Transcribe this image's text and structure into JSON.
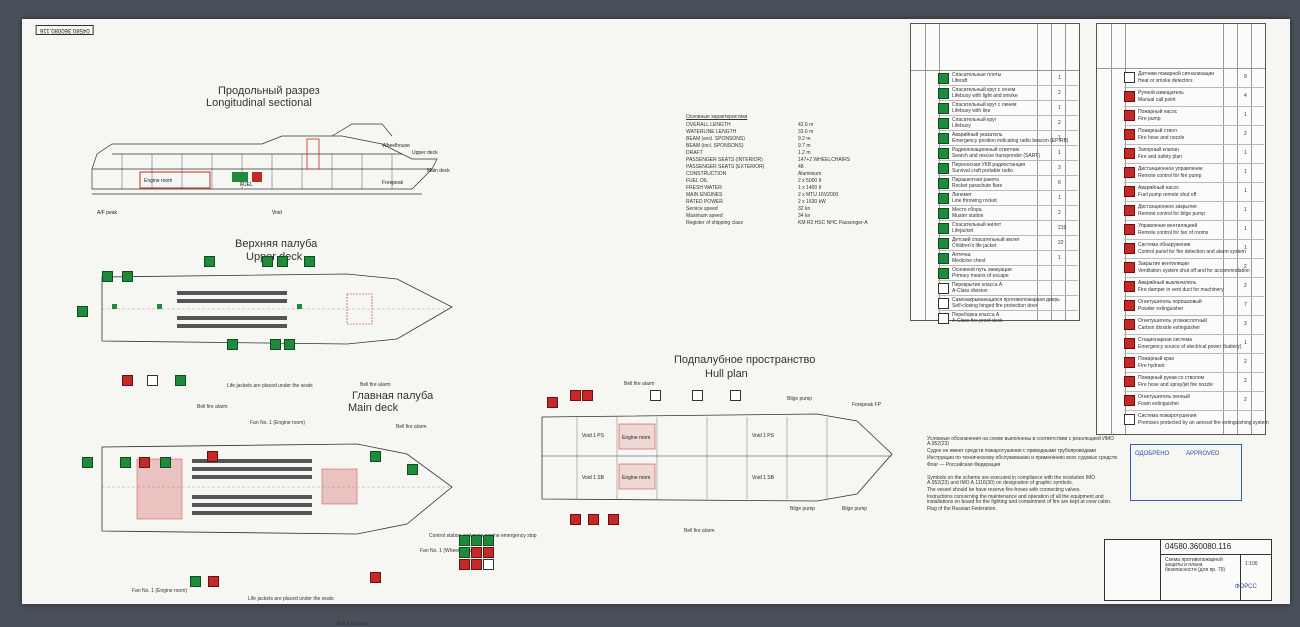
{
  "document": {
    "doc_number": "04580.360080.116",
    "sections": {
      "longitudinal": {
        "ru": "Продольный разрез",
        "en": "Longitudinal sectional"
      },
      "upper_deck": {
        "ru": "Верхняя палуба",
        "en": "Upper deck"
      },
      "main_deck": {
        "ru": "Главная палуба",
        "en": "Main deck"
      },
      "hull_plan": {
        "ru": "Подпалубное пространство",
        "en": "Hull plan"
      }
    },
    "labels": {
      "wheelhouse": "Wheelhouse",
      "upper_deck": "Upper deck",
      "main_deck": "Main deck",
      "forepeak": "Forepeak",
      "fuel": "FUEL",
      "void": "Void",
      "engine_room": "Engine room",
      "afterpeak": "A/F peak",
      "bell_fire_alarm": "Bell fire alarm",
      "life_jackets": "Life jackets are placed under the seats",
      "fan1_engine": "Fan No. 1 (Engine room)",
      "fan_wheelhouse": "Fan No. 1 (Wheelhouse)",
      "control_station": "Control station and main engine emergency stop",
      "bilge_pump": "Bilge pump",
      "void1_ps": "Void 1 PS",
      "void1_sb": "Void 1 SB",
      "fp_label": "Forepeak FP"
    },
    "notes_ru": [
      "Условные обозначения на схеме выполнены в соответствии с резолюцией ИМО А.952(23)",
      "Судно не имеет средств пожаротушения с приводными трубопроводами",
      "Инструкции по техническому обслуживанию и применению всех судовых средств",
      "Флаг — Российская Федерация"
    ],
    "notes_en": [
      "Symbols on the scheme are executed in compliance with the resolution IMO A.952(23) and IMO A.1116(30) on designation of graphic symbols.",
      "The vessel should be have reserve fire-hoses with connecting valves.",
      "Instructions concerning the maintenance and operation of all the equipment and installations on board for the fighting and containment of fire are kept at crew cabin.",
      "Flag of the Russian Federation."
    ],
    "particulars_title": "Основные характеристики",
    "particulars": [
      {
        "label": "OVERALL LENGTH",
        "value": "42.6 m"
      },
      {
        "label": "WATERLINE LENGTH",
        "value": "33.6 m"
      },
      {
        "label": "BEAM (excl. SPONSONS)",
        "value": "9.2 m"
      },
      {
        "label": "BEAM (incl. SPONSONS)",
        "value": "9.7 m"
      },
      {
        "label": "DRAFT",
        "value": "1.2 m"
      },
      {
        "label": "PASSENGER SEATS (INTERIOR)",
        "value": "147+2 WHEELCHAIRS"
      },
      {
        "label": "PASSENGER SEATS (EXTERIOR)",
        "value": "48"
      },
      {
        "label": "CONSTRUCTION",
        "value": "Aluminium"
      },
      {
        "label": "FUEL OIL",
        "value": "2 x 5000 lt"
      },
      {
        "label": "FRESH WATER",
        "value": "1 x 1400 lt"
      },
      {
        "label": "MAIN ENGINES",
        "value": "2 x MTU 16V2000"
      },
      {
        "label": "RATED POWER",
        "value": "2 x 1630 kW"
      },
      {
        "label": "Service speed",
        "value": "32 kn"
      },
      {
        "label": "Maximum speed",
        "value": "34 kn"
      },
      {
        "label": "Register of shipping class",
        "value": "KM R2 HSC NHC Passenger-A"
      }
    ],
    "legend_left": [
      {
        "ru": "Спасательные плоты",
        "en": "Liferaft",
        "qty": "1"
      },
      {
        "ru": "Спасательный круг с огнем",
        "en": "Lifebuoy with light and smoke",
        "qty": "2"
      },
      {
        "ru": "Спасательный круг с линем",
        "en": "Lifebuoy with line",
        "qty": "1"
      },
      {
        "ru": "Спасательный круг",
        "en": "Lifebuoy",
        "qty": "2"
      },
      {
        "ru": "Аварийный указатель",
        "en": "Emergency position indicating radio beacon (EPIRB)",
        "qty": "1"
      },
      {
        "ru": "Радиолокационный ответчик",
        "en": "Search and rescue transponder (SART)",
        "qty": "1"
      },
      {
        "ru": "Переносная УКВ радиостанция",
        "en": "Survival craft portable radio",
        "qty": "3"
      },
      {
        "ru": "Парашютная ракета",
        "en": "Rocket parachute flare",
        "qty": "6"
      },
      {
        "ru": "Линемет",
        "en": "Line throwing rocket",
        "qty": "1"
      },
      {
        "ru": "Место сбора",
        "en": "Muster station",
        "qty": "2"
      },
      {
        "ru": "Спасательный жилет",
        "en": "Lifejacket",
        "qty": "219"
      },
      {
        "ru": "Детский спасательный жилет",
        "en": "Children's life jacket",
        "qty": "22"
      },
      {
        "ru": "Аптечка",
        "en": "Medicine chest",
        "qty": "1"
      },
      {
        "ru": "Основной путь эвакуации",
        "en": "Primary means of escape",
        "qty": ""
      },
      {
        "ru": "Перекрытие класса А",
        "en": "A-Class division",
        "qty": ""
      },
      {
        "ru": "Самозакрывающаяся противопожарная дверь",
        "en": "Self-closing hinged fire protection door",
        "qty": ""
      },
      {
        "ru": "Переборка класса А",
        "en": "A-Class fire proof deck",
        "qty": ""
      }
    ],
    "legend_right": [
      {
        "ru": "Датчики пожарной сигнализации",
        "en": "Heat or smoke detectors",
        "qty": "9"
      },
      {
        "ru": "Ручной извещатель",
        "en": "Manual call point",
        "qty": "4"
      },
      {
        "ru": "Пожарный насос",
        "en": "Fire pump",
        "qty": "1"
      },
      {
        "ru": "Пожарный ствол",
        "en": "Fire hose and nozzle",
        "qty": "2"
      },
      {
        "ru": "Запорный клапан",
        "en": "Fire and safety plan",
        "qty": "1"
      },
      {
        "ru": "Дистанционное управление",
        "en": "Remote control for fire pump",
        "qty": "1"
      },
      {
        "ru": "Аварийный насос",
        "en": "Fuel pump remote shut off",
        "qty": "1"
      },
      {
        "ru": "Дистанционное закрытие",
        "en": "Remote control for bilge pump",
        "qty": "1"
      },
      {
        "ru": "Управление вентиляцией",
        "en": "Remote control for fan of rooms",
        "qty": "1"
      },
      {
        "ru": "Система обнаружения",
        "en": "Control panel for fire detection and alarm system",
        "qty": "1"
      },
      {
        "ru": "Закрытие вентиляции",
        "en": "Ventilation system shut off and for accommodation",
        "qty": "2"
      },
      {
        "ru": "Аварийный выключатель",
        "en": "Fire damper in vent duct for machinery",
        "qty": "2"
      },
      {
        "ru": "Огнетушитель порошковый",
        "en": "Powder extinguisher",
        "qty": "7"
      },
      {
        "ru": "Огнетушитель углекислотный",
        "en": "Carbon dioxide extinguisher",
        "qty": "3"
      },
      {
        "ru": "Стационарная система",
        "en": "Emergency source of electrical power (battery)",
        "qty": "1"
      },
      {
        "ru": "Пожарный кран",
        "en": "Fire hydrant",
        "qty": "2"
      },
      {
        "ru": "Пожарный рукав со стволом",
        "en": "Fire hose and spray/jet fire nozzle",
        "qty": "2"
      },
      {
        "ru": "Огнетушитель пенный",
        "en": "Foam extinguisher",
        "qty": "2"
      },
      {
        "ru": "Система пожаротушения",
        "en": "Premises protected by an aerosol fire extinguishing system",
        "qty": ""
      }
    ],
    "stamp": {
      "left": "ОДОБРЕНО",
      "right": "APPROVED"
    },
    "title_block": {
      "number": "04580.360080.116",
      "title_ru": "Схема противопожарной защиты и плана безопасности (для пр. 79)",
      "scale": "1:100",
      "company": "ФОРСС"
    }
  }
}
